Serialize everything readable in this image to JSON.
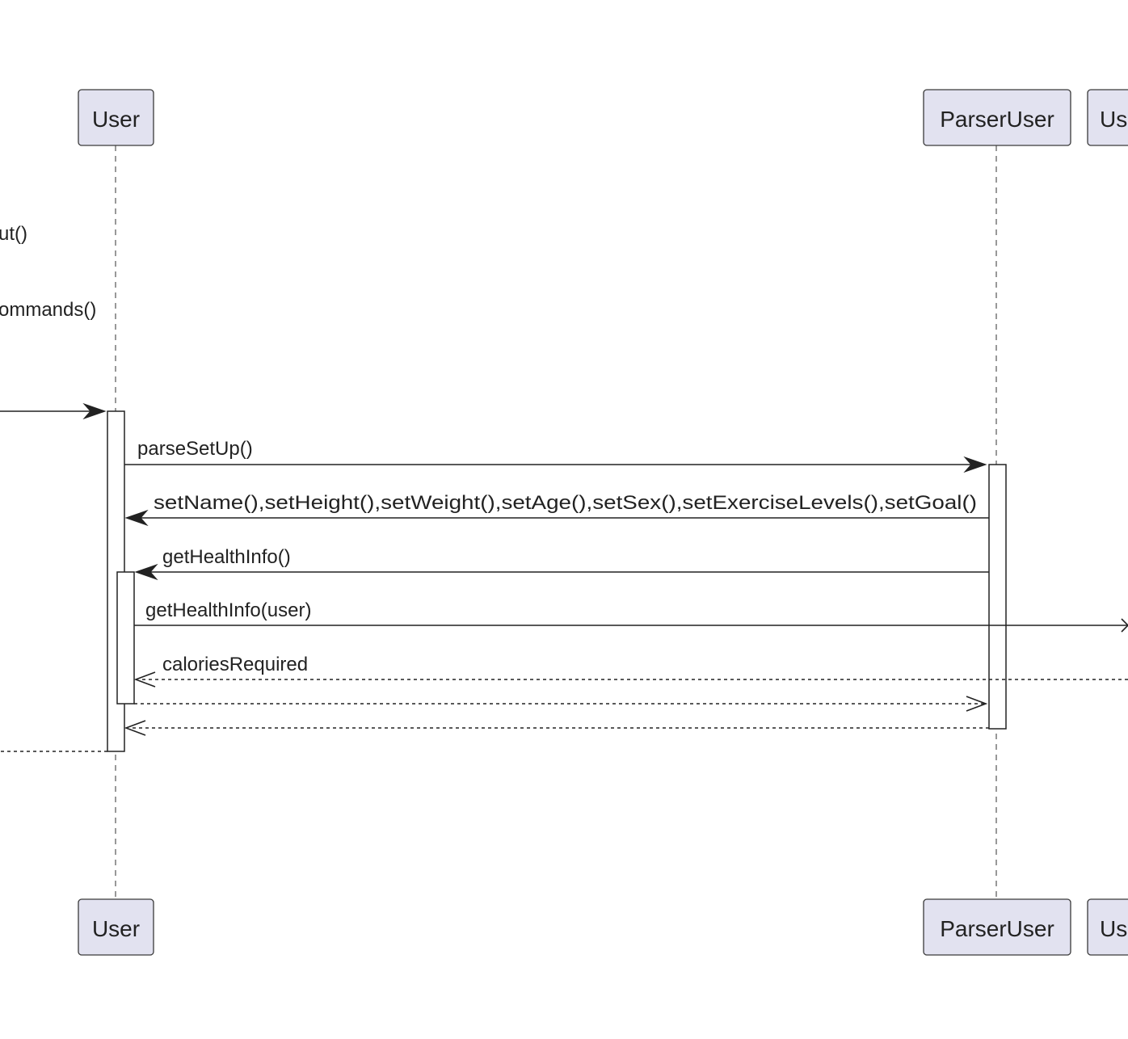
{
  "participants": [
    {
      "id": "user",
      "name": "User"
    },
    {
      "id": "parseruser",
      "name": "ParserUser"
    },
    {
      "id": "third",
      "name": "Us"
    }
  ],
  "offscreen_labels": [
    "ut()",
    "ommands()"
  ],
  "messages": [
    {
      "id": "m_incoming",
      "label": "",
      "from": "left-edge",
      "to": "user",
      "style": "solid"
    },
    {
      "id": "m_parse",
      "label": "parseSetUp()",
      "from": "user",
      "to": "parseruser",
      "style": "solid"
    },
    {
      "id": "m_setters",
      "label": "setName(),setHeight(),setWeight(),setAge(),setSex(),setExerciseLevels(),setGoal()",
      "from": "parseruser",
      "to": "user",
      "style": "solid"
    },
    {
      "id": "m_gethealth",
      "label": "getHealthInfo()",
      "from": "parseruser",
      "to": "user",
      "style": "solid"
    },
    {
      "id": "m_gethealth_user",
      "label": "getHealthInfo(user)",
      "from": "user",
      "to": "third",
      "style": "solid"
    },
    {
      "id": "m_calories",
      "label": "caloriesRequired",
      "from": "third",
      "to": "user",
      "style": "dashed"
    },
    {
      "id": "m_return_parser",
      "label": "",
      "from": "user",
      "to": "parseruser",
      "style": "dashed"
    },
    {
      "id": "m_return_user",
      "label": "",
      "from": "parseruser",
      "to": "user",
      "style": "dashed"
    },
    {
      "id": "m_return_out",
      "label": "",
      "from": "user",
      "to": "left-edge",
      "style": "dashed"
    }
  ]
}
